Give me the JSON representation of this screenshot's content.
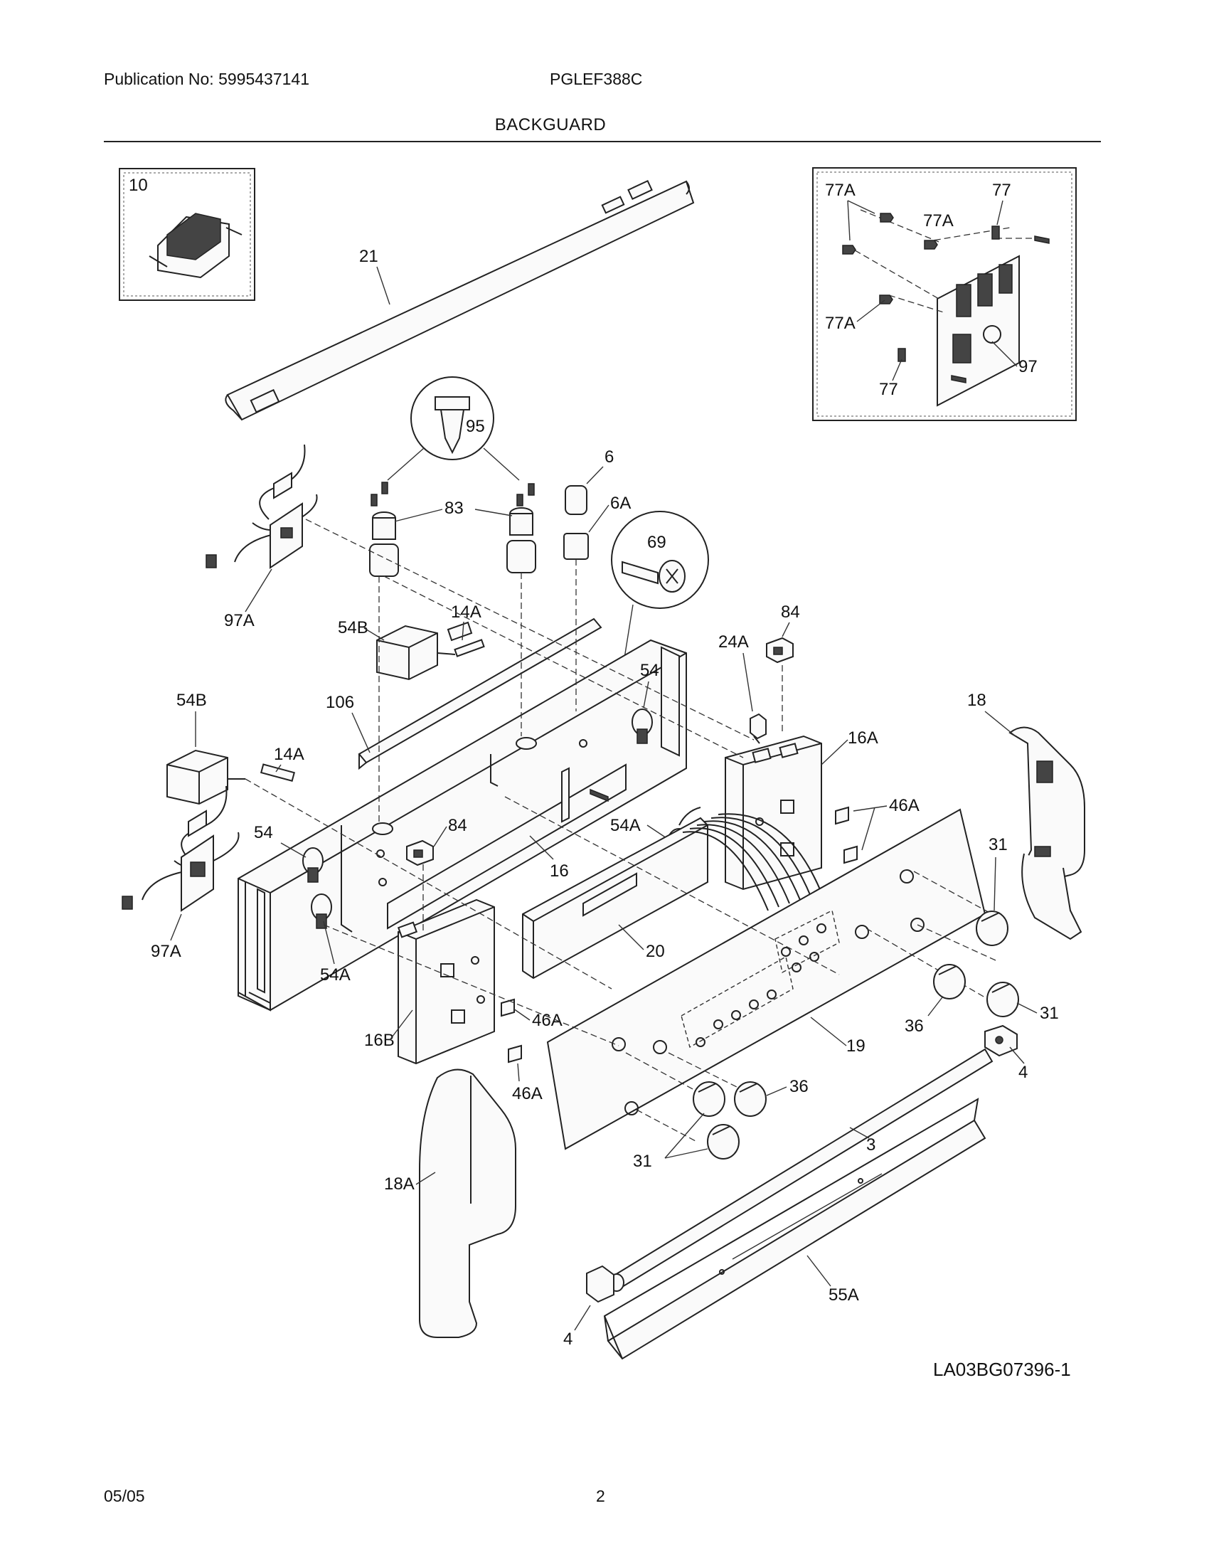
{
  "header": {
    "publication": "Publication No: 5995437141",
    "model": "PGLEF388C",
    "section_title": "BACKGUARD"
  },
  "footer": {
    "date": "05/05",
    "page_number": "2",
    "drawing_code": "LA03BG07396-1"
  },
  "callouts": {
    "p10": "10",
    "p21": "21",
    "p95": "95",
    "p83": "83",
    "p6": "6",
    "p6a": "6A",
    "p69": "69",
    "p97a_top": "97A",
    "p54b_top": "54B",
    "p14a_top": "14A",
    "p106": "106",
    "p54b_left": "54B",
    "p14a_left": "14A",
    "p54_center": "54",
    "p24a": "24A",
    "p84_right": "84",
    "p16a": "16A",
    "p18": "18",
    "p84_left": "84",
    "p54_left": "54",
    "p16": "16",
    "p54a_center": "54A",
    "p46a_right": "46A",
    "p31_upper": "31",
    "p97a_bottom": "97A",
    "p54a_left": "54A",
    "p20": "20",
    "p36_right": "36",
    "p31_right": "31",
    "p16b": "16B",
    "p46a_mid": "46A",
    "p19": "19",
    "p4_right": "4",
    "p46a_low": "46A",
    "p36_low": "36",
    "p31_low": "31",
    "p3": "3",
    "p18a": "18A",
    "p4_left": "4",
    "p55a": "55A",
    "inset_77a_1": "77A",
    "inset_77": "77",
    "inset_77a_2": "77A",
    "inset_77a_3": "77A",
    "inset_97": "97",
    "inset_77_low": "77"
  }
}
